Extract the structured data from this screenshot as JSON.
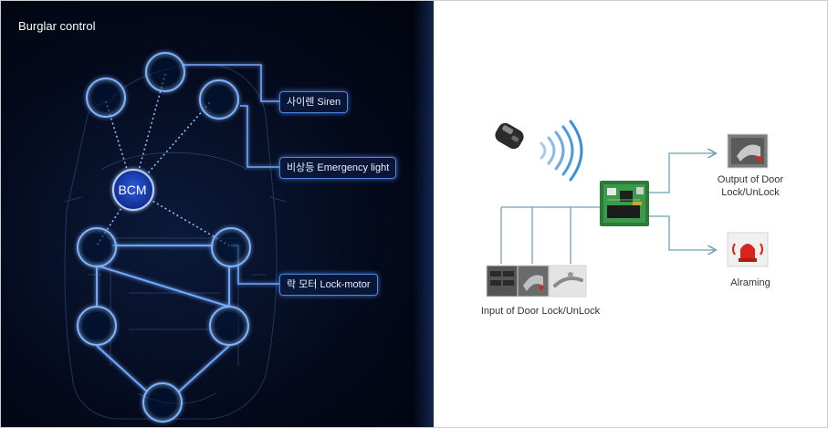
{
  "left_panel": {
    "title": "Burglar control",
    "bcm_label": "BCM",
    "labels": {
      "siren": "사이렌 Siren",
      "emergency_light": "비상등 Emergency light",
      "lock_motor": "락 모터 Lock-motor"
    }
  },
  "right_panel": {
    "output_label_line1": "Output of Door",
    "output_label_line2": "Lock/UnLock",
    "alarm_label": "Alraming",
    "input_label": "Input of Door  Lock/UnLock"
  },
  "colors": {
    "left_background": "#040a1c",
    "glow_blue": "#6fa8ff",
    "bcm_fill": "#1a3fb0",
    "right_background": "#ffffff",
    "connector_line": "#6fa0b8",
    "alarm_red": "#d9241d"
  }
}
